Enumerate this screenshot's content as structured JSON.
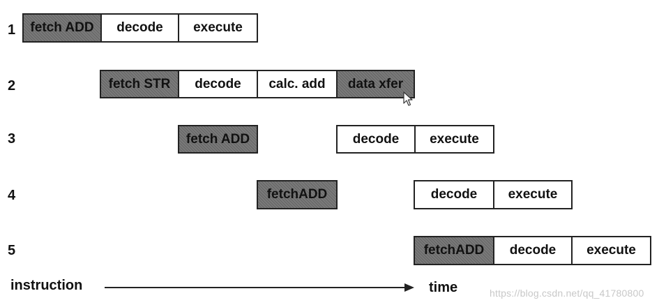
{
  "rows": [
    {
      "number": "1",
      "stages": [
        {
          "label": "fetch ADD",
          "kind": "fetch"
        },
        {
          "label": "decode",
          "kind": "plain"
        },
        {
          "label": "execute",
          "kind": "plain"
        }
      ]
    },
    {
      "number": "2",
      "stages": [
        {
          "label": "fetch STR",
          "kind": "fetch"
        },
        {
          "label": "decode",
          "kind": "plain"
        },
        {
          "label": "calc. add",
          "kind": "plain"
        },
        {
          "label": "data xfer",
          "kind": "fetch"
        }
      ]
    },
    {
      "number": "3",
      "stages": [
        {
          "label": "fetch ADD",
          "kind": "fetch"
        },
        {
          "label": "decode",
          "kind": "plain"
        },
        {
          "label": "execute",
          "kind": "plain"
        }
      ]
    },
    {
      "number": "4",
      "stages": [
        {
          "label": "fetchADD",
          "kind": "fetch"
        },
        {
          "label": "decode",
          "kind": "plain"
        },
        {
          "label": "execute",
          "kind": "plain"
        }
      ]
    },
    {
      "number": "5",
      "stages": [
        {
          "label": "fetchADD",
          "kind": "fetch"
        },
        {
          "label": "decode",
          "kind": "plain"
        },
        {
          "label": "execute",
          "kind": "plain"
        }
      ]
    }
  ],
  "axis": {
    "left_label": "instruction",
    "right_label": "time"
  },
  "watermark": "https://blog.csdn.net/qq_41780800",
  "colors": {
    "fetch_fill": "#7a7a7a",
    "plain_fill": "#ffffff",
    "border": "#222222"
  },
  "icons": [
    "mouse-pointer-icon",
    "arrow-right-icon"
  ]
}
